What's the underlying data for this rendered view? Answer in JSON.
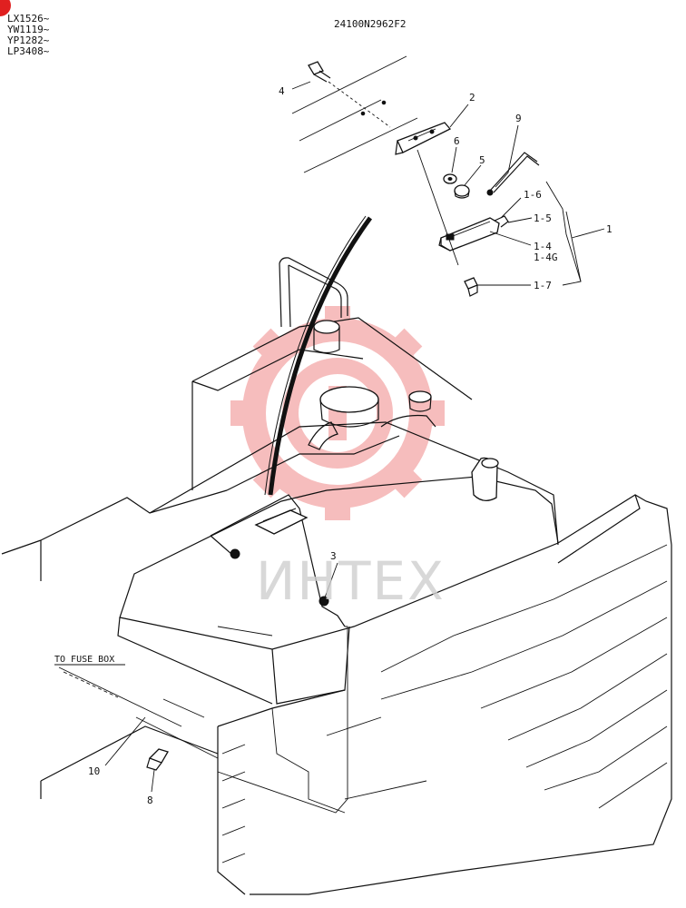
{
  "header": {
    "serials": [
      "LX1526~",
      "YW1119~",
      "YP1282~",
      "LP3408~"
    ],
    "drawing_number": "24100N2962F2"
  },
  "watermark": {
    "text": "ИНТЕХ",
    "gear_color": "#f4a8a8",
    "text_color": "#cfcfcf"
  },
  "callouts": {
    "c1": "1",
    "c1_4": "1-4",
    "c1_4g": "1-4G",
    "c1_5": "1-5",
    "c1_6": "1-6",
    "c1_7": "1-7",
    "c2": "2",
    "c3": "3",
    "c4": "4",
    "c5": "5",
    "c6": "6",
    "c8": "8",
    "c9": "9",
    "c10": "10"
  },
  "notes": {
    "to_fuse_box": "TO FUSE BOX"
  },
  "badge_color": "#e02020"
}
